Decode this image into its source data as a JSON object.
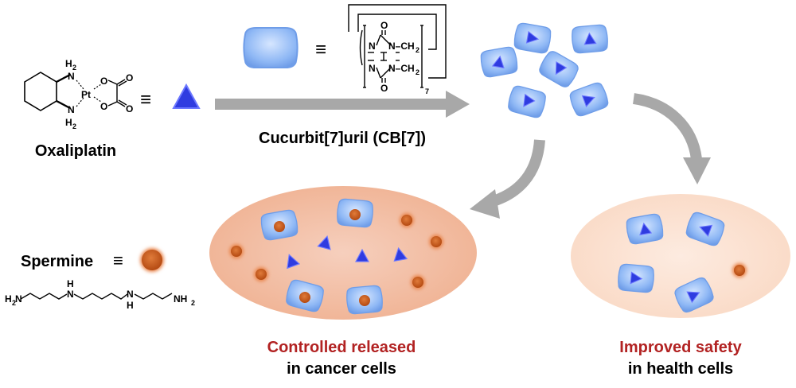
{
  "oxaliplatin": {
    "name": "Oxaliplatin",
    "atoms": {
      "nh2_top": "H",
      "n_top": "N",
      "pt": "Pt",
      "n_bot": "N",
      "nh2_bot": "H",
      "o1": "O",
      "o2": "O",
      "o3": "O",
      "o4": "O",
      "h_sub": "2"
    },
    "equiv": "≡"
  },
  "cb7": {
    "name": "Cucurbit[7]uril (CB[7])",
    "equiv": "≡",
    "atoms": {
      "o_top": "O",
      "o_bot": "O",
      "n1": "N",
      "n2": "N",
      "n3": "N",
      "n4": "N",
      "ch2_top": "N–CH",
      "ch2_bot": "N–CH",
      "two": "2",
      "seven": "7"
    }
  },
  "spermine": {
    "name": "Spermine",
    "equiv": "≡",
    "atoms": {
      "h2n": "H",
      "n_left": "N",
      "h_left": "H",
      "n_right": "N",
      "h_right": "H",
      "nh2": "NH",
      "two": "2"
    }
  },
  "outcomes": {
    "cancer_title": "Controlled released",
    "cancer_sub": "in cancer cells",
    "healthy_title": "Improved safety",
    "healthy_sub": "in health cells"
  },
  "colors": {
    "accent_red": "#b22222",
    "cb7_fill": "#8fb8f5",
    "drug_blue": "#2f3ce0",
    "spermine_orange": "#c8581c",
    "cancer_bg": "#f2b79b",
    "healthy_bg": "#fbe2d2",
    "arrow_gray": "#a8a8a8"
  }
}
